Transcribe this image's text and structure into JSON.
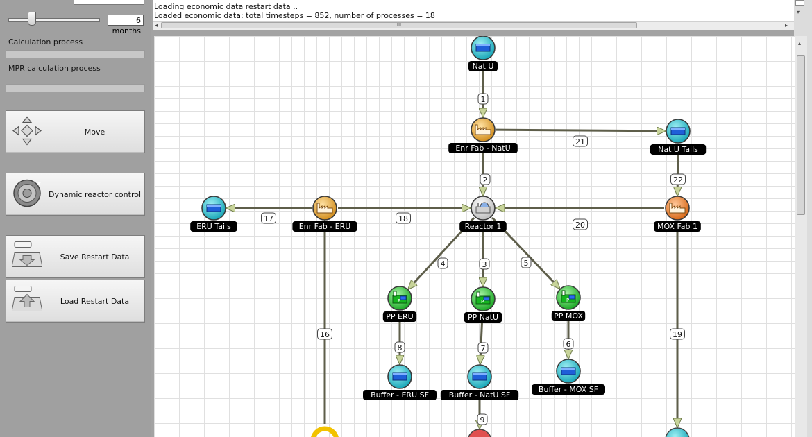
{
  "left_panel": {
    "timestep_value": "6 months",
    "calc_process_label": "Calculation process",
    "mpr_process_label": "MPR calculation process",
    "move_label": "Move",
    "reactor_control_label": "Dynamic reactor control",
    "save_label": "Save Restart Data",
    "load_label": "Load Restart Data"
  },
  "log": {
    "lines": [
      "Loading economic data restart data ..",
      "Loaded economic data: total timesteps = 852, number of processes = 18"
    ]
  },
  "scrollbar": {
    "grip": "III"
  },
  "colors": {
    "store": "#27b6c4",
    "fab": "#e0a23a",
    "mox_fab": "#e07a2a",
    "power_plant": "#2fc23a",
    "reactor": "#d9d9d9",
    "edge": "#5e5e4a",
    "arrow": "#c8d49a"
  },
  "diagram": {
    "nodes": [
      {
        "id": "natu",
        "label": "Nat U",
        "kind": "store",
        "icon": "storage-icon"
      },
      {
        "id": "enrnatu",
        "label": "Enr Fab - NatU",
        "kind": "fab",
        "icon": "factory-icon"
      },
      {
        "id": "natutails",
        "label": "Nat U Tails",
        "kind": "store",
        "icon": "storage-icon"
      },
      {
        "id": "reactor",
        "label": "Reactor 1",
        "kind": "reactor",
        "icon": "reactor-icon"
      },
      {
        "id": "erutails",
        "label": "ERU Tails",
        "kind": "store",
        "icon": "storage-icon"
      },
      {
        "id": "enreru",
        "label": "Enr Fab - ERU",
        "kind": "fab",
        "icon": "factory-icon"
      },
      {
        "id": "moxfab",
        "label": "MOX Fab 1",
        "kind": "mox_fab",
        "icon": "factory-icon"
      },
      {
        "id": "pperu",
        "label": "PP ERU",
        "kind": "power_plant",
        "icon": "power-plant-icon"
      },
      {
        "id": "ppnatu",
        "label": "PP NatU",
        "kind": "power_plant",
        "icon": "power-plant-icon"
      },
      {
        "id": "ppmox",
        "label": "PP MOX",
        "kind": "power_plant",
        "icon": "power-plant-icon"
      },
      {
        "id": "buferu",
        "label": "Buffer - ERU SF",
        "kind": "store",
        "icon": "storage-icon"
      },
      {
        "id": "bufnatu",
        "label": "Buffer - NatU SF",
        "kind": "store",
        "icon": "storage-icon"
      },
      {
        "id": "bufmox",
        "label": "Buffer - MOX SF",
        "kind": "store",
        "icon": "storage-icon"
      }
    ],
    "edges": [
      {
        "id": "1",
        "from": "natu",
        "to": "enrnatu"
      },
      {
        "id": "21",
        "from": "enrnatu",
        "to": "natutails"
      },
      {
        "id": "2",
        "from": "enrnatu",
        "to": "reactor"
      },
      {
        "id": "22",
        "from": "natutails",
        "to": "moxfab"
      },
      {
        "id": "20",
        "from": "moxfab",
        "to": "reactor"
      },
      {
        "id": "18",
        "from": "enreru",
        "to": "reactor"
      },
      {
        "id": "17",
        "from": "enreru",
        "to": "erutails"
      },
      {
        "id": "4",
        "from": "reactor",
        "to": "pperu"
      },
      {
        "id": "3",
        "from": "reactor",
        "to": "ppnatu"
      },
      {
        "id": "5",
        "from": "reactor",
        "to": "ppmox"
      },
      {
        "id": "8",
        "from": "pperu",
        "to": "buferu"
      },
      {
        "id": "7",
        "from": "ppnatu",
        "to": "bufnatu"
      },
      {
        "id": "6",
        "from": "ppmox",
        "to": "bufmox"
      },
      {
        "id": "9",
        "from": "bufnatu",
        "to": "offscreen-reprocessing"
      },
      {
        "id": "16",
        "from": "offscreen-yellow",
        "to": "enreru"
      },
      {
        "id": "19",
        "from": "moxfab",
        "to": "offscreen-store"
      }
    ]
  }
}
